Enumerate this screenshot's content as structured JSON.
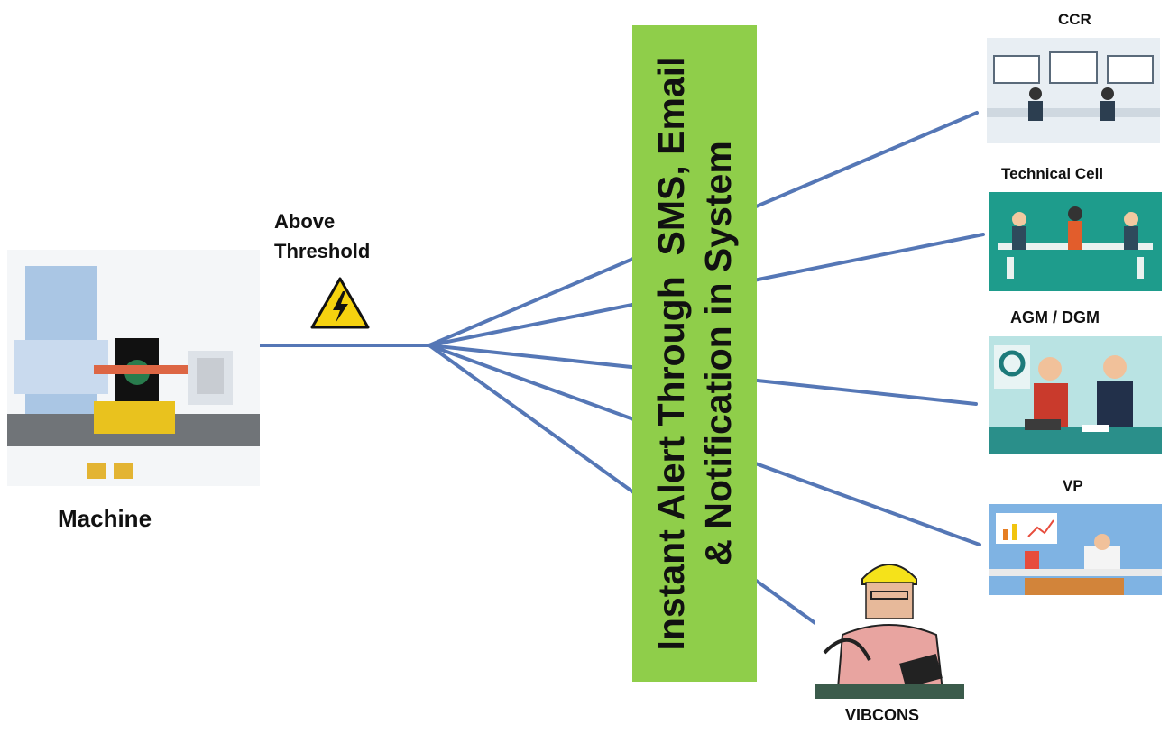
{
  "source": {
    "label": "Machine",
    "icon": "machine-icon"
  },
  "trigger": {
    "line1": "Above",
    "line2": "Threshold",
    "icon": "high-voltage-warning-icon"
  },
  "banner": {
    "line1": "Instant Alert Through  SMS, Email",
    "line2": "& Notification in System",
    "color": "#8fce4a"
  },
  "recipients": [
    {
      "label": "CCR",
      "icon": "control-room-icon"
    },
    {
      "label": "Technical Cell",
      "icon": "team-meeting-icon"
    },
    {
      "label": "AGM / DGM",
      "icon": "business-meeting-icon"
    },
    {
      "label": "VP",
      "icon": "executive-desk-icon"
    },
    {
      "label": "VIBCONS",
      "icon": "engineer-with-vibration-meter-icon"
    }
  ],
  "colors": {
    "connector": "#5577b6",
    "warning": "#f5d20f"
  }
}
